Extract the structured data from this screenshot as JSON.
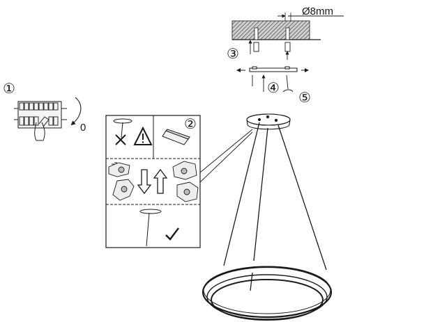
{
  "steps": {
    "s1": "①",
    "s2": "②",
    "s3": "③",
    "s4": "④",
    "s5": "⑤"
  },
  "breaker_position": "0",
  "drill_diameter": "Ø8mm",
  "icons": {
    "forbidden": "cross-icon",
    "warning": "warning-triangle-icon",
    "ok": "checkmark-icon",
    "down": "arrow-down-icon",
    "up": "arrow-up-icon"
  },
  "colors": {
    "line": "#1a1a1a",
    "hatch": "#555555"
  }
}
